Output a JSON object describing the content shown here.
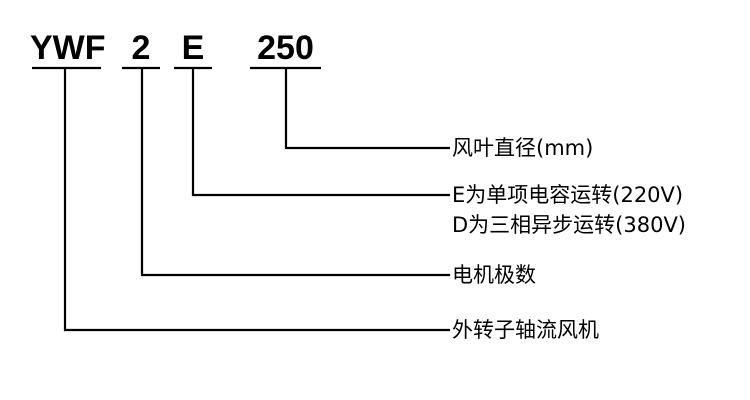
{
  "model_code": {
    "series": "YWF",
    "poles": "2",
    "phase": "E",
    "diameter": "250"
  },
  "labels": {
    "diameter": "风叶直径(mm)",
    "phase_e": "E为单项电容运转(220V)",
    "phase_d": "D为三相异步运转(380V)",
    "poles": "电机极数",
    "series": "外转子轴流风机"
  }
}
